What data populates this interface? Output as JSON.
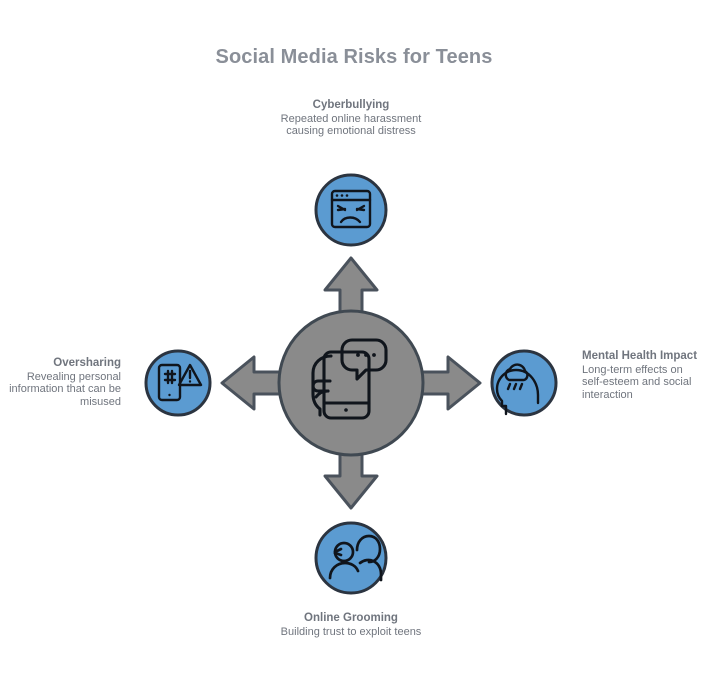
{
  "diagram": {
    "title": "Social Media Risks for Teens",
    "type": "hub-and-spoke",
    "colors": {
      "background": "#ffffff",
      "hub_fill": "#8a8a8a",
      "hub_stroke": "#404952",
      "node_fill": "#5b9bd1",
      "node_stroke": "#2b3440",
      "arrow_fill": "#8a8a8a",
      "arrow_stroke": "#4a525c",
      "title_text": "#8a8f98",
      "label_text": "#70757e",
      "icon_stroke": "#10151c"
    },
    "hub": {
      "name": "center-hub",
      "icon": "hand-holding-smartphone-chat-icon"
    },
    "nodes": [
      {
        "id": "cyberbullying",
        "position": "top",
        "title": "Cyberbullying",
        "description": "Repeated online harassment causing emotional distress",
        "icon": "browser-angry-face-icon"
      },
      {
        "id": "oversharing",
        "position": "left",
        "title": "Oversharing",
        "description": "Revealing personal information that can be misused",
        "icon": "phone-warning-icon"
      },
      {
        "id": "mental-health-impact",
        "position": "right",
        "title": "Mental Health Impact",
        "description": "Long-term effects on self-esteem and social interaction",
        "icon": "head-rain-cloud-icon"
      },
      {
        "id": "online-grooming",
        "position": "bottom",
        "title": "Online Grooming",
        "description": "Building trust to exploit teens",
        "icon": "two-people-icon"
      }
    ]
  }
}
